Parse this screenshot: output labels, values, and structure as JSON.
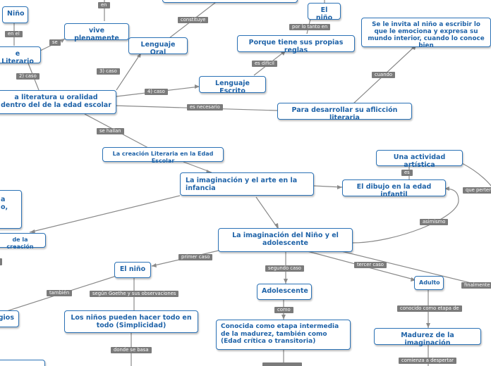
{
  "nodes": {
    "nino_top": "Niño",
    "literario": "e Literario",
    "vive_plenamente": "vive plenamente",
    "lenguaje_oral": "Lenguaje Oral",
    "el_nino_top": "El niño",
    "propias_reglas": "Porque tiene sus propias reglas",
    "se_invita": "Se le invita al niño a escribir lo que le emociona y expresa su mundo interior, cuando lo conoce bien",
    "literatura_oralidad": "a literatura u oralidad dentro del de la edad escolar",
    "lenguaje_escrito": "Lenguaje Escrito",
    "aficion_literaria": "Para desarrollar su aflicción literaria",
    "creacion_literaria": "La creación Literaria en la Edad Escolar",
    "actividad_artistica": "Una actividad artística",
    "imaginacion_arte": "La imaginación y el arte en la infancia",
    "dibujo": "El dibujo en la edad infantil",
    "left_partial": "a\no,",
    "de_la_creacion": "de la creación",
    "imaginacion_nino": "La imaginación del Niño y el adolescente",
    "el_nino_mid": "El niño",
    "adolescente": "Adolescente",
    "adulto": "Adulto",
    "gios": "gios",
    "ninos_pueden": "Los niños pueden hacer todo en todo (Simplicidad)",
    "etapa_intermedia": "Conocida como etapa intermedia de la madurez, también como (Edad crítica o transitoria)",
    "madurez": "Madurez de la imaginación"
  },
  "tags": {
    "en_top": "en",
    "en_el": "en el",
    "se": "se",
    "constituye": "constituye",
    "caso2": "2) caso",
    "caso3": "3) caso",
    "por_lo_tanto": "por lo tanto en",
    "es_dificil": "es difícil",
    "cuando": "cuando",
    "caso4": "4) caso",
    "es_necesario": "es necesario",
    "se_hallan": "se hallan",
    "es": "es",
    "que_pertenece": "que pertenece",
    "asimismo": "asimismo",
    "primer_caso": "primer caso",
    "segundo_caso": "segundo caso",
    "tercer_caso": "tercer caso",
    "finalmente": "finalmente",
    "tambien": "también",
    "segun_goethe": "según Goethe y sus observaciones",
    "como": "como",
    "conocido_como": "conocido como etapa de",
    "donde_se_basa": "donde se basa",
    "comienza": "comienza a despertar"
  }
}
